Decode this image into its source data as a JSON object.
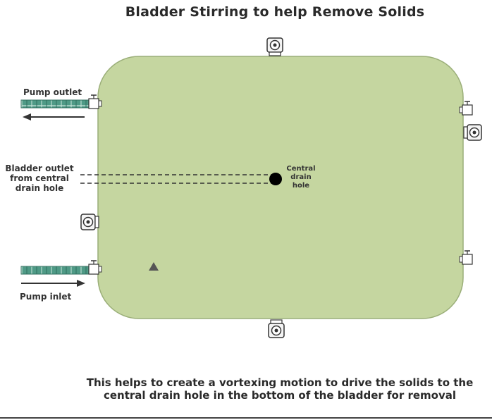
{
  "title": "Bladder Stirring to help Remove Solids",
  "labels": {
    "pump_outlet": "Pump outlet",
    "pump_inlet": "Pump inlet",
    "bladder_outlet": [
      "Bladder outlet",
      "from central",
      "drain hole"
    ],
    "central_drain": [
      "Central",
      "drain",
      "hole"
    ]
  },
  "caption": [
    "This helps to create a vortexing motion to drive the solids to the",
    "central drain hole in the bottom of the bladder for removal"
  ],
  "colors": {
    "bladder_fill": "#c5d6a0",
    "bladder_stroke": "#9aae78",
    "hose": "#4f9a86",
    "drain": "#000000"
  }
}
